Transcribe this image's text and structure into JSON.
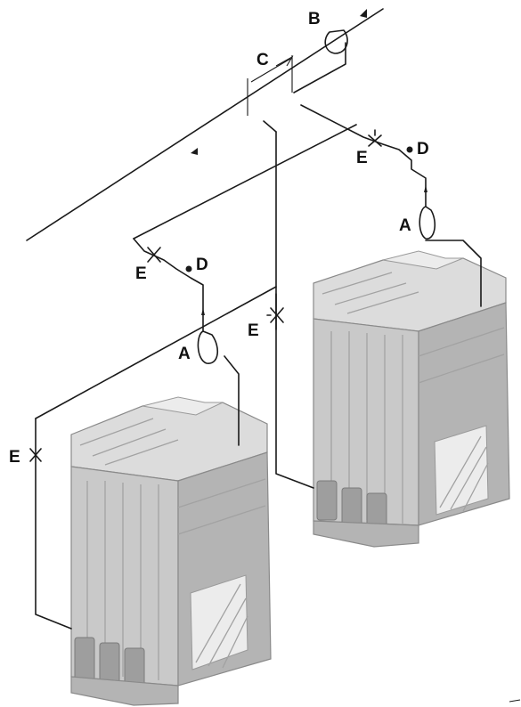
{
  "labels": {
    "a_upper": "A",
    "a_lower": "A",
    "b": "B",
    "c": "C",
    "d_upper": "D",
    "d_lower": "D",
    "e_upper": "E",
    "e_mid_left": "E",
    "e_mid_right": "E",
    "e_left": "E"
  }
}
